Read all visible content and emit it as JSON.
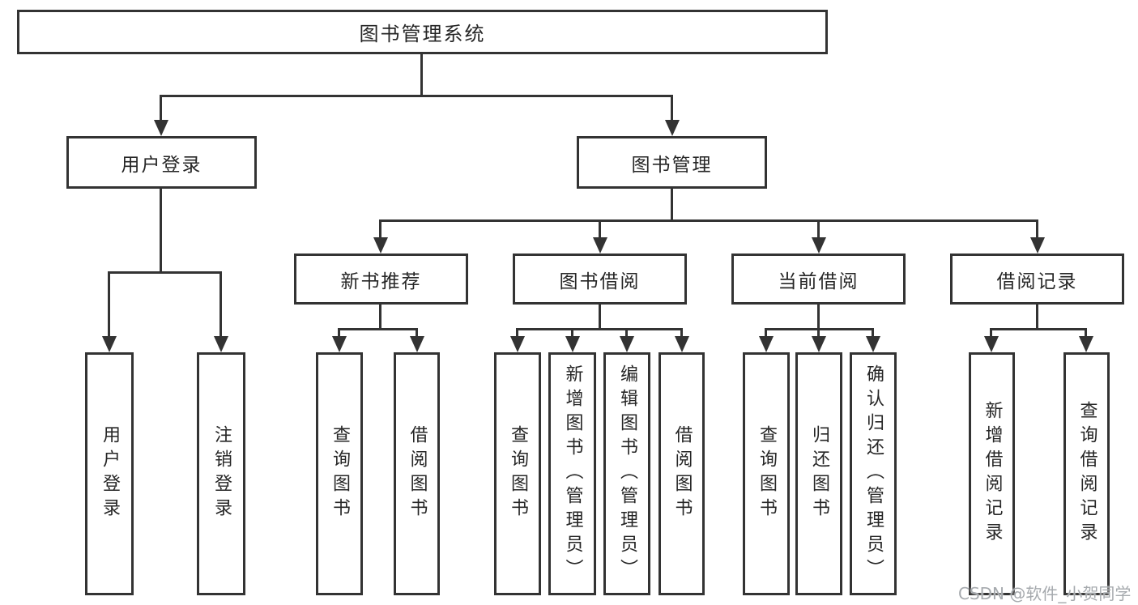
{
  "title": "图书管理系统",
  "level2": [
    {
      "label": "用户登录"
    },
    {
      "label": "图书管理"
    }
  ],
  "level3": [
    {
      "label": "新书推荐"
    },
    {
      "label": "图书借阅"
    },
    {
      "label": "当前借阅"
    },
    {
      "label": "借阅记录"
    }
  ],
  "leaves": [
    {
      "label": "用户登录"
    },
    {
      "label": "注销登录"
    },
    {
      "label": "查询图书"
    },
    {
      "label": "借阅图书"
    },
    {
      "label": "查询图书"
    },
    {
      "label": "新增图书（管理员）"
    },
    {
      "label": "编辑图书（管理员）"
    },
    {
      "label": "借阅图书"
    },
    {
      "label": "查询图书"
    },
    {
      "label": "归还图书"
    },
    {
      "label": "确认归还（管理员）"
    },
    {
      "label": "新增借阅记录"
    },
    {
      "label": "查询借阅记录"
    }
  ],
  "watermark": "CSDN @软件_小贺同学",
  "colors": {
    "line": "#333333",
    "text": "#262626",
    "watermark": "#a6aaae",
    "background": "#ffffff"
  }
}
